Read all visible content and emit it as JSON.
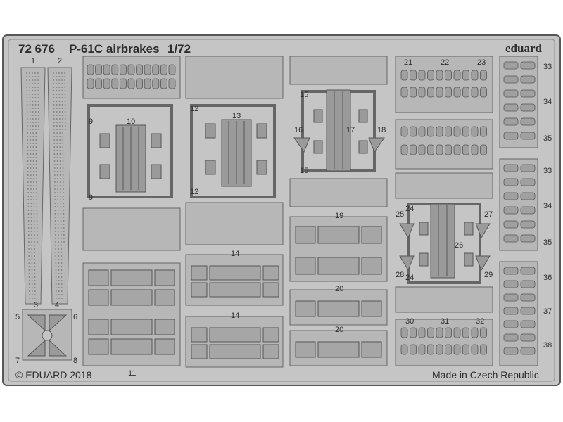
{
  "header": {
    "code": "72 676",
    "title": "P-61C airbrakes",
    "scale": "1/72",
    "brand": "eduard"
  },
  "footer": {
    "copyright": "© EDUARD 2018",
    "made_in": "Made in Czech Republic"
  },
  "colors": {
    "fret": "#c5c5c5",
    "part": "#b7b7b7",
    "frame_edge": "#585858",
    "text": "#2d2d2d"
  },
  "part_numbers": {
    "p1": "1",
    "p2": "2",
    "p3": "3",
    "p4": "4",
    "p5": "5",
    "p6": "6",
    "p7": "7",
    "p8": "8",
    "p9a": "9",
    "p9b": "9",
    "p10": "10",
    "p11": "11",
    "p12a": "12",
    "p12b": "12",
    "p13": "13",
    "p14a": "14",
    "p14b": "14",
    "p15a": "15",
    "p15b": "15",
    "p16": "16",
    "p17": "17",
    "p18": "18",
    "p19": "19",
    "p20a": "20",
    "p20b": "20",
    "p21": "21",
    "p22": "22",
    "p23": "23",
    "p24a": "24",
    "p24b": "24",
    "p25": "25",
    "p26": "26",
    "p27": "27",
    "p28": "28",
    "p29": "29",
    "p30": "30",
    "p31": "31",
    "p32": "32",
    "p33a": "33",
    "p33b": "33",
    "p34a": "34",
    "p34b": "34",
    "p35a": "35",
    "p35b": "35",
    "p36": "36",
    "p37": "37",
    "p38": "38"
  }
}
